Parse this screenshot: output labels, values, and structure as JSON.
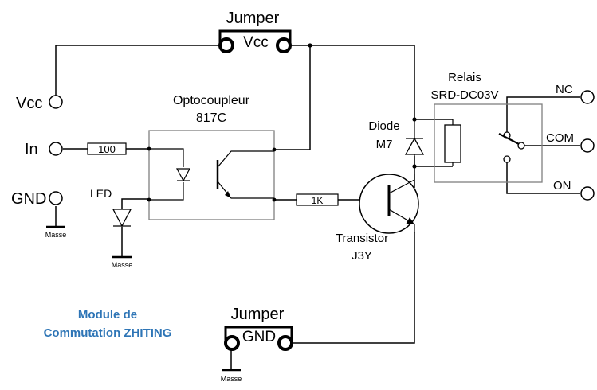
{
  "labels": {
    "jumper_top": "Jumper",
    "vcc_jumper": "Vcc",
    "vcc_input": "Vcc",
    "in_input": "In",
    "gnd_input": "GND",
    "opto_name": "Optocoupleur",
    "opto_model": "817C",
    "resistor_in": "100",
    "resistor_base": "1K",
    "led": "LED",
    "masse_gnd": "Masse",
    "masse_led": "Masse",
    "masse_jumper": "Masse",
    "diode_name": "Diode",
    "diode_model": "M7",
    "relay_name": "Relais",
    "relay_model": "SRD-DC03V",
    "nc": "NC",
    "com": "COM",
    "on": "ON",
    "transistor_name": "Transistor",
    "transistor_model": "J3Y",
    "module_line1": "Module de",
    "module_line2": "Commutation ZHITING",
    "jumper_bottom": "Jumper",
    "gnd_jumper": "GND"
  },
  "colors": {
    "ink": "#000000",
    "title_blue": "#2E75B6",
    "component_outline": "#7f7f7f"
  }
}
